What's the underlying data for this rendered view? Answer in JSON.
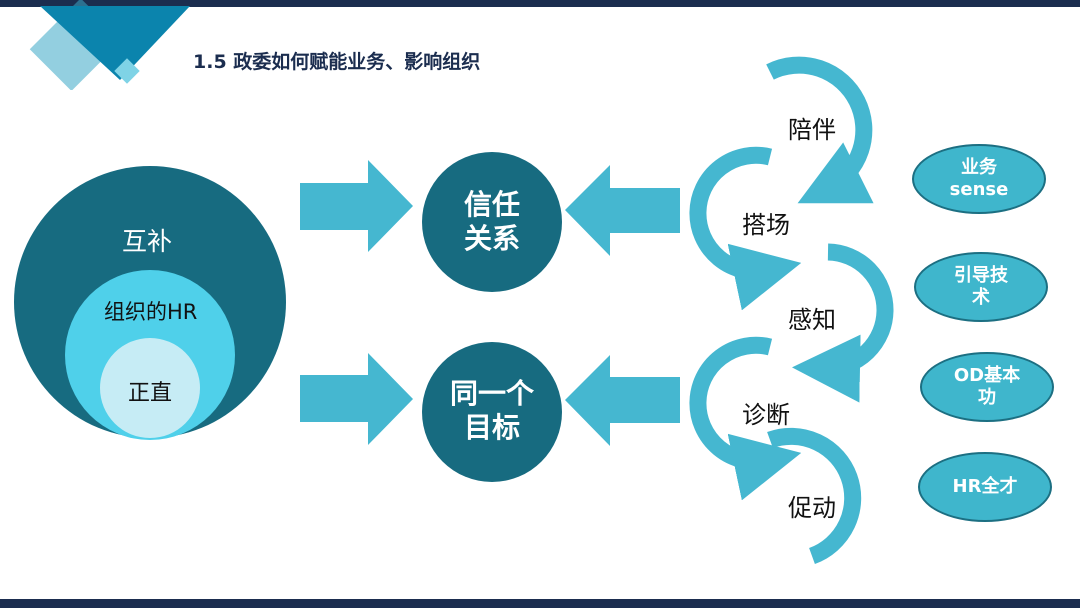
{
  "title": "1.5 政委如何赋能业务、影响组织",
  "nested_circles": {
    "outer": "互补",
    "middle": "组织的HR",
    "inner": "正直"
  },
  "centers": [
    {
      "line1": "信任",
      "line2": "关系"
    },
    {
      "line1": "同一个",
      "line2": "目标"
    }
  ],
  "cycle_steps": [
    "陪伴",
    "搭场",
    "感知",
    "诊断",
    "促动"
  ],
  "skills": [
    {
      "line1": "业务",
      "line2": "sense"
    },
    {
      "line1": "引导技",
      "line2": "术"
    },
    {
      "line1": "OD基本",
      "line2": "功"
    },
    {
      "line1": "HR全才",
      "line2": ""
    }
  ],
  "colors": {
    "dark_teal": "#176b80",
    "mid_blue": "#4fd0ea",
    "light_blue": "#c6ecf5",
    "arrow": "#45b7d0",
    "pill": "#3fb6cc",
    "navy": "#1b2d4f"
  }
}
